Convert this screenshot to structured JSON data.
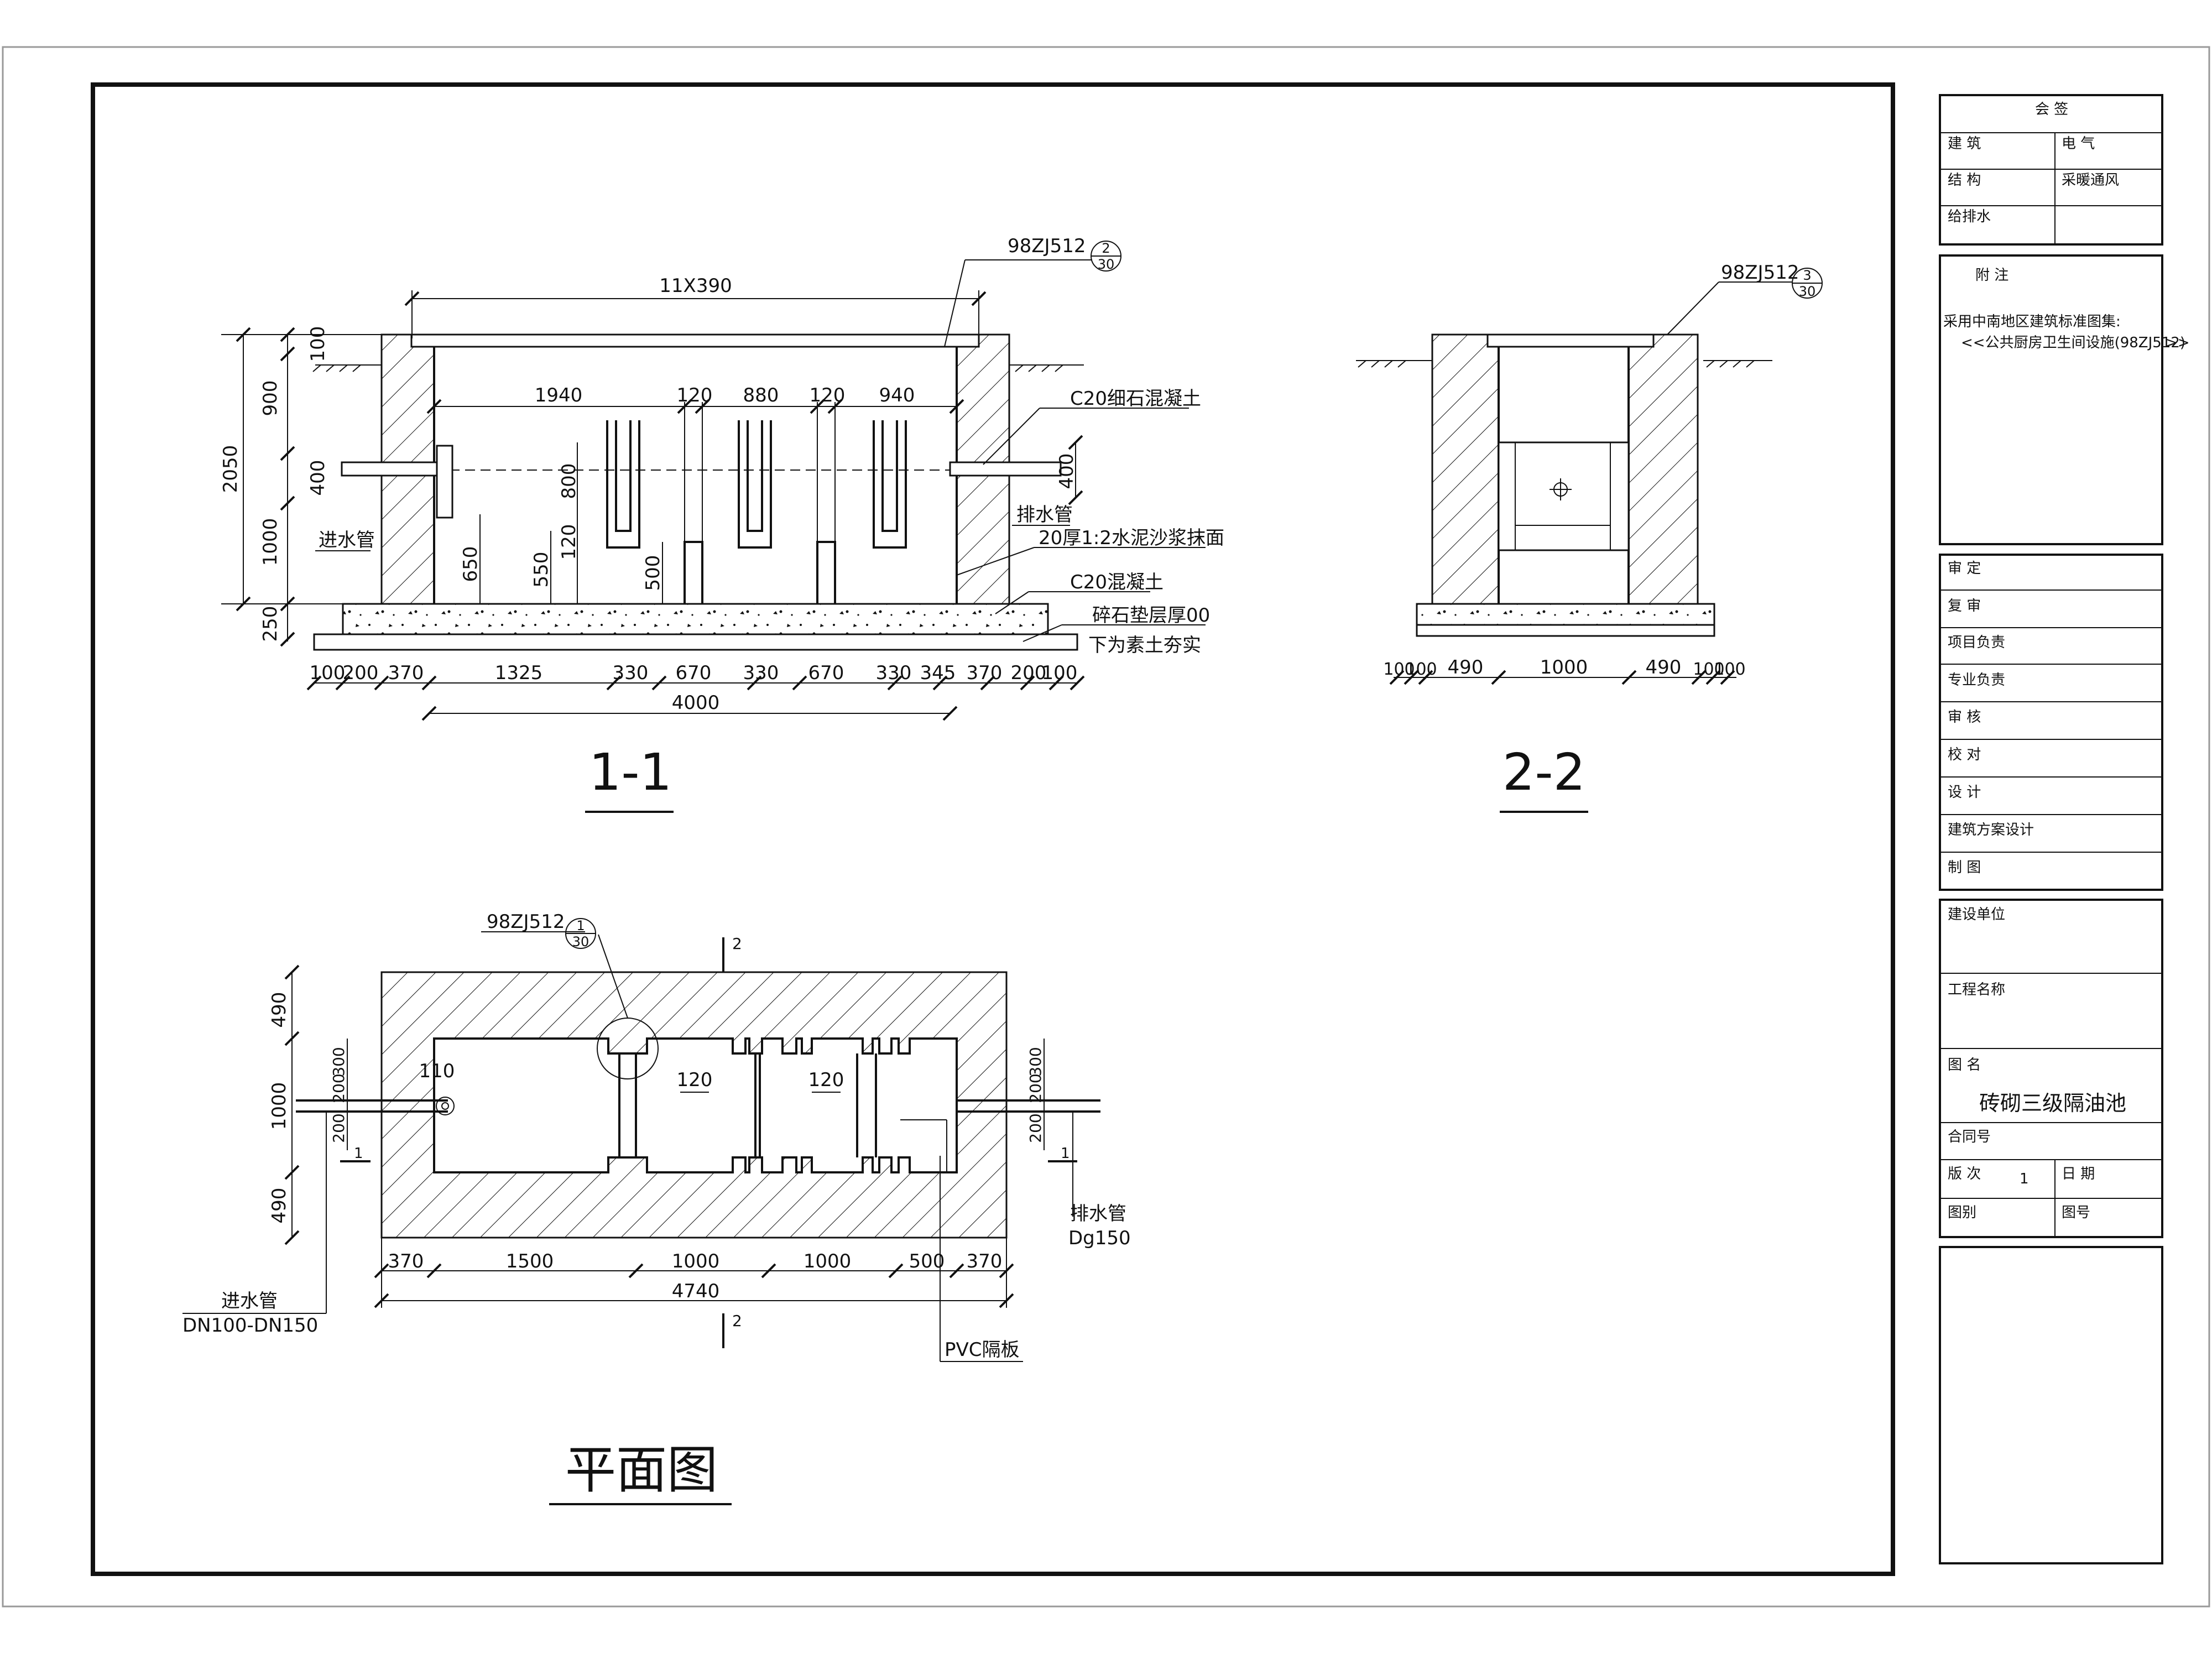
{
  "title_block": {
    "countersign": {
      "header": "会  签",
      "rows": [
        {
          "left": "建 筑",
          "right": "电 气"
        },
        {
          "left": "结 构",
          "right": "采暖通风"
        },
        {
          "left": "给排水",
          "right": ""
        }
      ]
    },
    "notes": {
      "header": "附 注",
      "line1": "采用中南地区建筑标准图集:",
      "line2": "<<公共厨房卫生间设施(98ZJ512)",
      "line2_tail": ">>"
    },
    "approvals": [
      "审 定",
      "复 审",
      "项目负责",
      "专业负责",
      "审 核",
      "校 对",
      "设 计",
      "建筑方案设计",
      "制 图"
    ],
    "project": {
      "client_label": "建设单位",
      "project_label": "工程名称",
      "drawing_name_label": "图 名",
      "drawing_name": "砖砌三级隔油池",
      "contract_label": "合同号",
      "version_label": "版 次",
      "version_value": "1",
      "date_label": "日 期",
      "category_label": "图别",
      "number_label": "图号"
    }
  },
  "section_1_1": {
    "title": "1-1",
    "ref_code": "98ZJ512",
    "ref_num": "2",
    "ref_den": "30",
    "top_span": "11X390",
    "chambers": [
      "1940",
      "120",
      "880",
      "120",
      "940"
    ],
    "left_heights": [
      "100",
      "900",
      "400",
      "1000",
      "250"
    ],
    "total_height": "2050",
    "inner_dims": [
      "800",
      "120",
      "650",
      "550",
      "500"
    ],
    "right_dim": "400",
    "labels": {
      "fine_concrete": "C20细石混凝土",
      "outlet": "排水管",
      "inlet": "进水管",
      "plaster": "20厚1:2水泥沙浆抹面",
      "concrete": "C20混凝土",
      "gravel": "碎石垫层厚00",
      "soil": "下为素土夯实"
    },
    "bottom_dims": [
      "100",
      "200",
      "370",
      "1325",
      "330",
      "670",
      "330",
      "670",
      "330",
      "345",
      "370",
      "200",
      "100"
    ],
    "total_width": "4000"
  },
  "section_2_2": {
    "title": "2-2",
    "ref_code": "98ZJ512",
    "ref_num": "3",
    "ref_den": "30",
    "bottom_dims": [
      "100",
      "100",
      "490",
      "1000",
      "490",
      "100",
      "100"
    ]
  },
  "plan": {
    "title": "平面图",
    "ref_code": "98ZJ512",
    "ref_num": "1",
    "ref_den": "30",
    "cut_mark": "2",
    "cut_side": "1",
    "left_dims": [
      "490",
      "1000",
      "490"
    ],
    "small_dims": [
      "300",
      "200",
      "200"
    ],
    "inner_labels": [
      "110",
      "120",
      "120"
    ],
    "bottom_dims": [
      "370",
      "1500",
      "1000",
      "1000",
      "500",
      "370"
    ],
    "total_width": "4740",
    "labels": {
      "outlet": "排水管",
      "outlet_size": "Dg150",
      "inlet": "进水管",
      "inlet_size": "DN100-DN150",
      "pvc": "PVC隔板"
    }
  }
}
